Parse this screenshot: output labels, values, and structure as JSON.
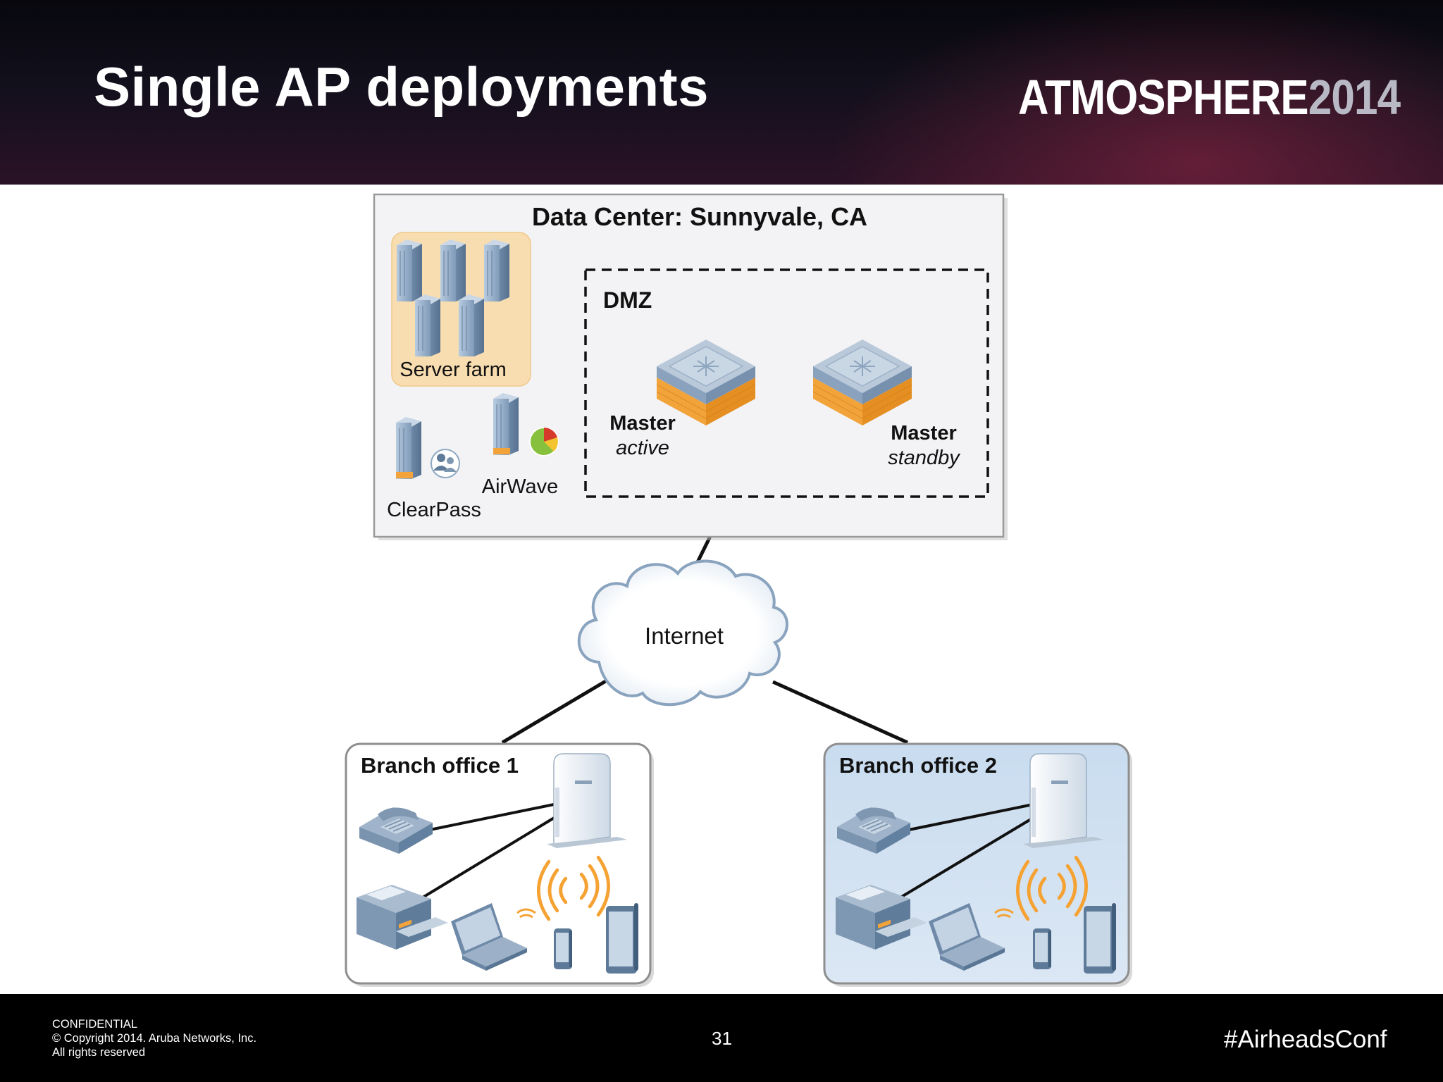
{
  "slide": {
    "title": "Single AP deployments",
    "brand": {
      "name": "ATMOSPHERE",
      "year": "2014"
    }
  },
  "diagram": {
    "data_center": {
      "title": "Data Center: Sunnyvale, CA",
      "server_farm_label": "Server farm",
      "clearpass_label": "ClearPass",
      "airwave_label": "AirWave",
      "dmz": {
        "label": "DMZ",
        "master_active": {
          "name": "Master",
          "role": "active"
        },
        "master_standby": {
          "name": "Master",
          "role": "standby"
        }
      }
    },
    "internet_label": "Internet",
    "branches": [
      {
        "label": "Branch office 1"
      },
      {
        "label": "Branch office 2"
      }
    ]
  },
  "footer": {
    "confidential_lines": [
      "CONFIDENTIAL",
      "© Copyright 2014. Aruba Networks, Inc.",
      "All rights reserved"
    ],
    "page_number": "31",
    "hashtag": "#AirheadsConf"
  },
  "colors": {
    "orange": "#f5a233",
    "server_blue": "#8fa8c2",
    "branch2_fill": "#cfe0f0",
    "panel_fill": "#f3f3f5"
  }
}
